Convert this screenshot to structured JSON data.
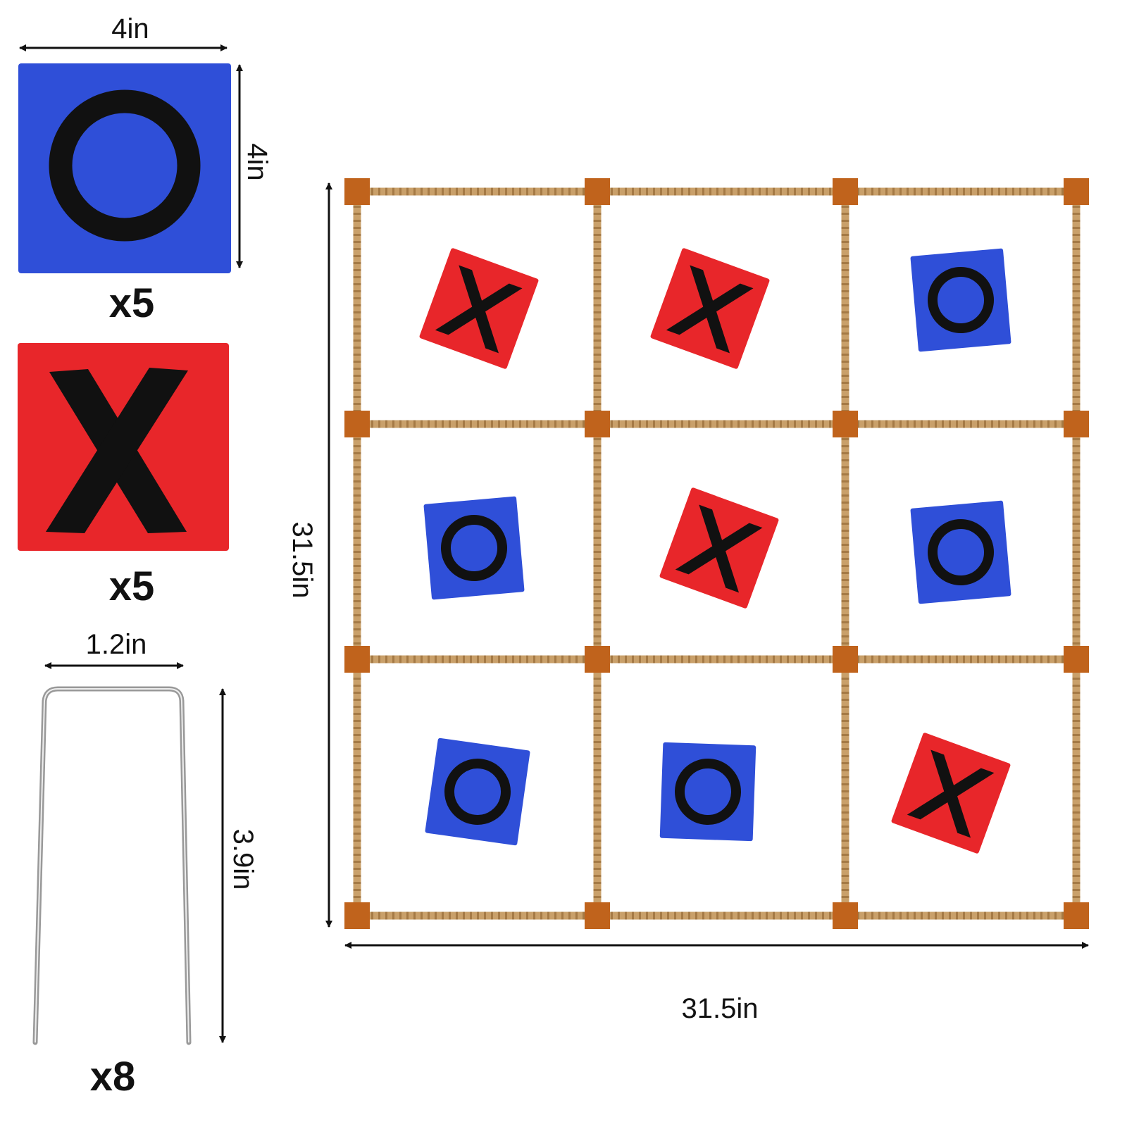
{
  "components": {
    "o_bag": {
      "width_label": "4in",
      "height_label": "4in",
      "count_label": "x5",
      "mark": "O",
      "color": "#2f4fd8"
    },
    "x_bag": {
      "count_label": "x5",
      "mark": "X",
      "color": "#e8262a"
    },
    "stake": {
      "width_label": "1.2in",
      "height_label": "3.9in",
      "count_label": "x8"
    }
  },
  "board": {
    "width_label": "31.5in",
    "height_label": "31.5in",
    "rope_color": "#c9a06a",
    "corner_color": "#c0631c",
    "cells": [
      "X",
      "X",
      "O",
      "O",
      "X",
      "O",
      "O",
      "O",
      "X"
    ]
  },
  "colors": {
    "mark": "#111111",
    "blue": "#2f4fd8",
    "red": "#e8262a"
  }
}
